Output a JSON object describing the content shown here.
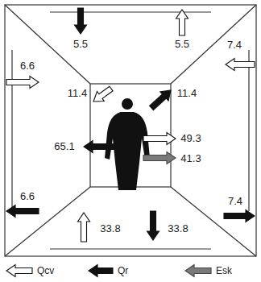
{
  "diagram": {
    "labels": [
      "5.5",
      "5.5",
      "7.4",
      "6.6",
      "11.4",
      "11.4",
      "65.1",
      "49.3",
      "41.3",
      "6.6",
      "7.4",
      "33.8",
      "33.8"
    ],
    "legend": [
      {
        "text": "Qcv"
      },
      {
        "text": "Qr"
      },
      {
        "text": "Esk"
      }
    ]
  }
}
